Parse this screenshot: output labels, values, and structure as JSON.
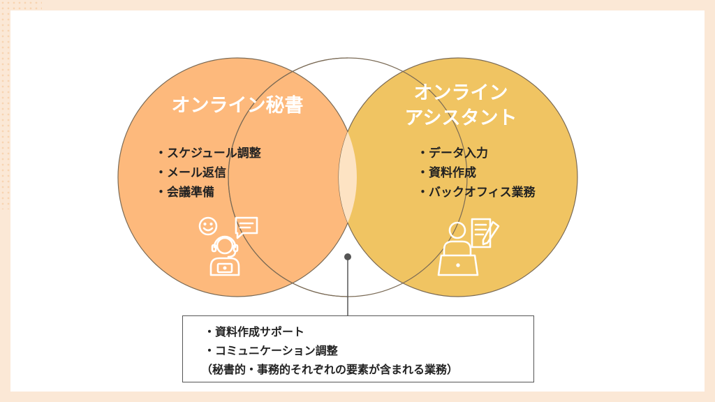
{
  "left_circle": {
    "title": "オンライン秘書",
    "items": [
      "スケジュール調整",
      "メール返信",
      "会議準備"
    ],
    "fill": "#fdb97c"
  },
  "right_circle": {
    "title_line1": "オンライン",
    "title_line2": "アシスタント",
    "items": [
      "データ入力",
      "資料作成",
      "バックオフィス業務"
    ],
    "fill": "#f0c462"
  },
  "overlap": {
    "fill": "#fde3c3",
    "items": [
      "資料作成サポート",
      "コミュニケーション調整"
    ],
    "note": "（秘書的・事務的それぞれの要素が含まれる業務）"
  },
  "icons": {
    "left": "operator-headset-chat-icon",
    "right": "person-laptop-document-icon"
  }
}
